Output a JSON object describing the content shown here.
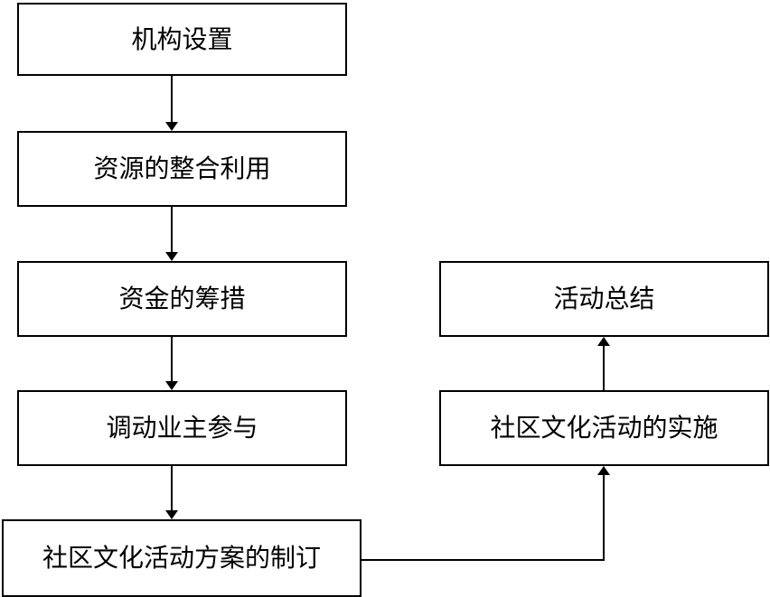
{
  "flowchart": {
    "steps": [
      {
        "id": "b1",
        "label": "机构设置"
      },
      {
        "id": "b2",
        "label": "资源的整合利用"
      },
      {
        "id": "b3",
        "label": "资金的筹措"
      },
      {
        "id": "b4",
        "label": "调动业主参与"
      },
      {
        "id": "b5",
        "label": "社区文化活动方案的制订"
      },
      {
        "id": "b7",
        "label": "社区文化活动的实施"
      },
      {
        "id": "b6",
        "label": "活动总结"
      }
    ],
    "connections": [
      {
        "from": "机构设置",
        "to": "资源的整合利用"
      },
      {
        "from": "资源的整合利用",
        "to": "资金的筹措"
      },
      {
        "from": "资金的筹措",
        "to": "调动业主参与"
      },
      {
        "from": "调动业主参与",
        "to": "社区文化活动方案的制订"
      },
      {
        "from": "社区文化活动方案的制订",
        "to": "社区文化活动的实施"
      },
      {
        "from": "社区文化活动的实施",
        "to": "活动总结"
      }
    ]
  }
}
